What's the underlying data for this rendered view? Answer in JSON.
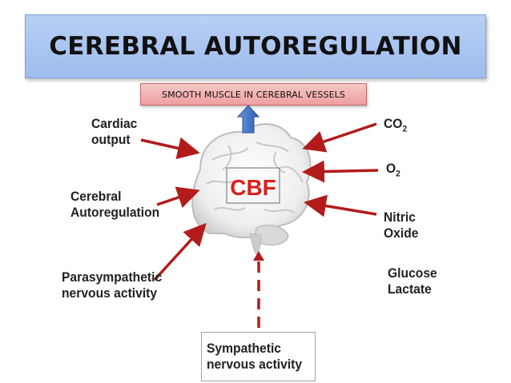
{
  "title": "CEREBRAL AUTOREGULATION",
  "top_box": "SMOOTH MUSCLE IN CEREBRAL VESSELS",
  "center_label": "CBF",
  "left_factors": [
    {
      "line1": "Cardiac",
      "line2": "output"
    },
    {
      "line1": "Cerebral",
      "line2": "Autoregulation"
    },
    {
      "line1": "Parasympathetic",
      "line2": "nervous activity"
    }
  ],
  "right_factors": [
    {
      "text": "CO",
      "sub": "2"
    },
    {
      "text": "O",
      "sub": "2"
    },
    {
      "line1": "Nitric",
      "line2": "Oxide"
    },
    {
      "line1": "Glucose",
      "line2": "Lactate"
    }
  ],
  "bottom_factor": {
    "line1": "Sympathetic",
    "line2": "nervous activity"
  },
  "colors": {
    "title_bg": "#a9c4f1",
    "top_box_bg": "#f2b3b3",
    "arrow_red": "#b31b1b",
    "up_arrow_blue": "#4a79c9",
    "cbf_text": "#d8201c"
  }
}
